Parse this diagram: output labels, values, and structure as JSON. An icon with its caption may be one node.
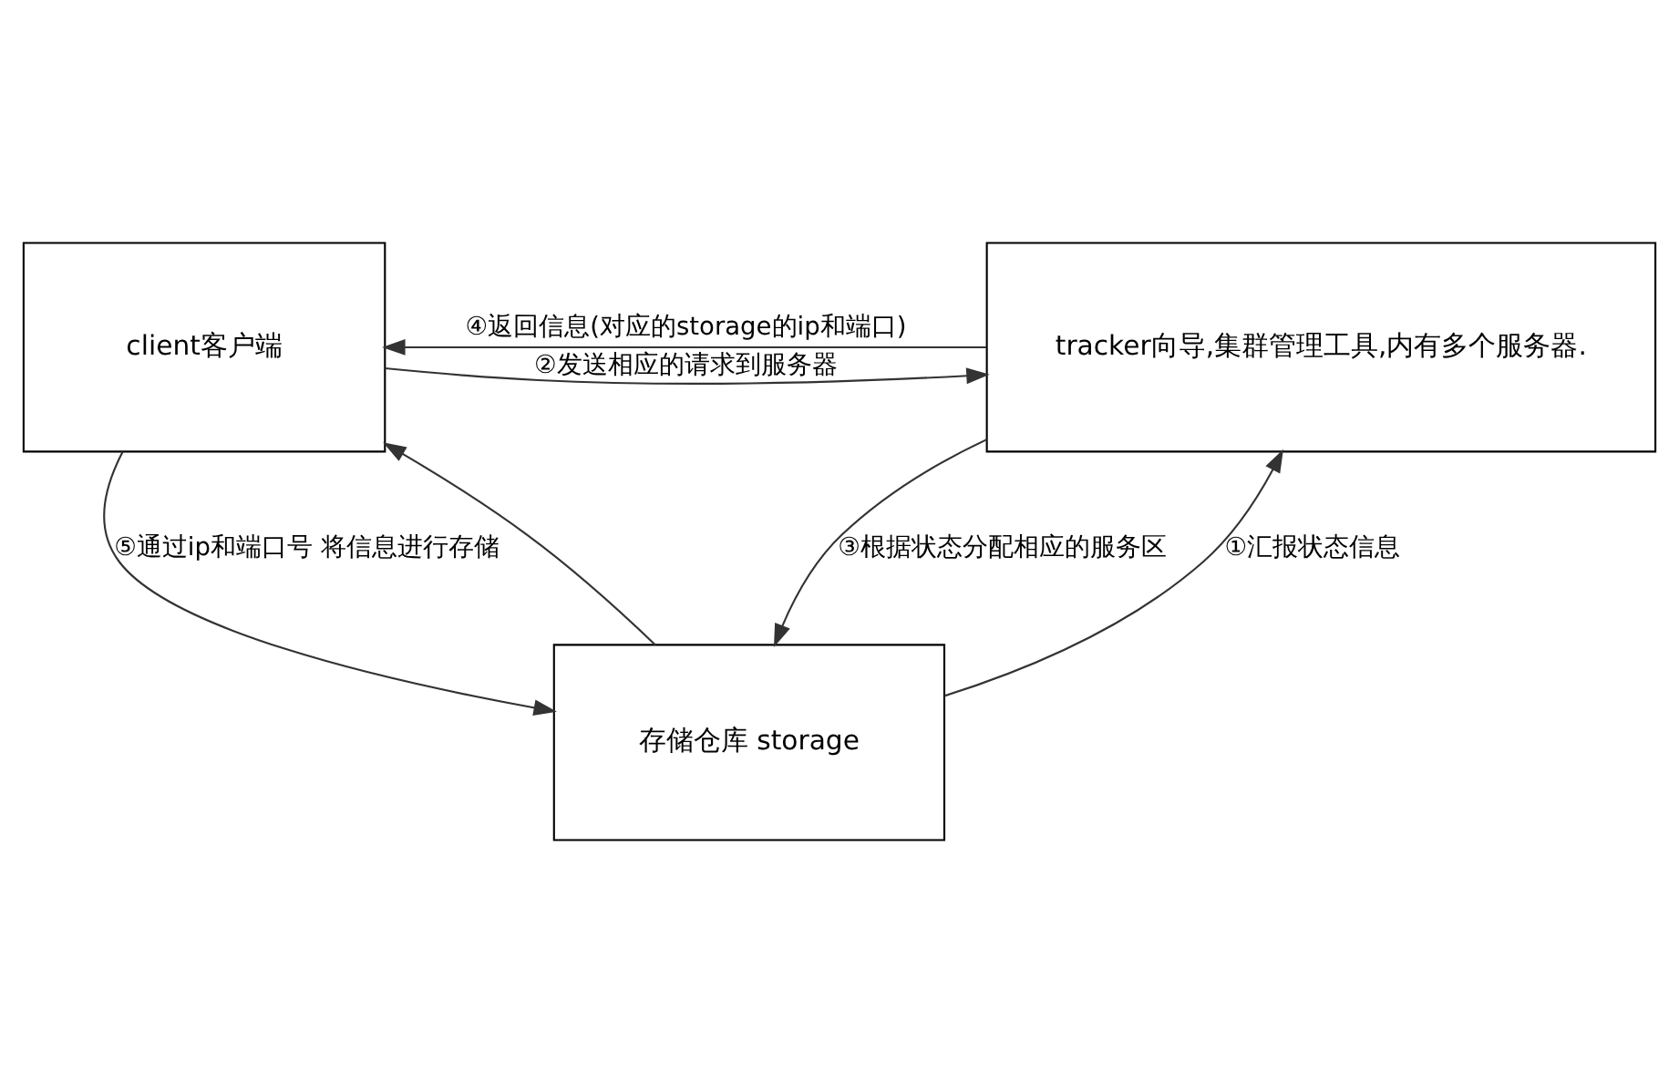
{
  "diagram": {
    "nodes": [
      {
        "text": [
          "client客户端"
        ]
      },
      {
        "text": [
          "tracker向导,集群管理工具,内有多个服务器."
        ]
      },
      {
        "text": [
          "存储仓库 storage"
        ]
      }
    ],
    "edges": [
      {
        "from": 0,
        "to": 1,
        "arrow": "to",
        "label": "②发送相应的请求到服务器"
      },
      {
        "from": 1,
        "to": 0,
        "arrow": "to",
        "label": "④返回信息(对应的storage的ip和端口)"
      },
      {
        "from": 2,
        "to": 1,
        "arrow": "to",
        "label": "①汇报状态信息"
      },
      {
        "from": 1,
        "to": 2,
        "arrow": "to",
        "label": "③根据状态分配相应的服务区"
      },
      {
        "from": 0,
        "to": 2,
        "arrow": "to",
        "label": "⑤通过ip和端口号 将信息进行存储"
      },
      {
        "from": 2,
        "to": 0,
        "arrow": "to"
      }
    ]
  }
}
